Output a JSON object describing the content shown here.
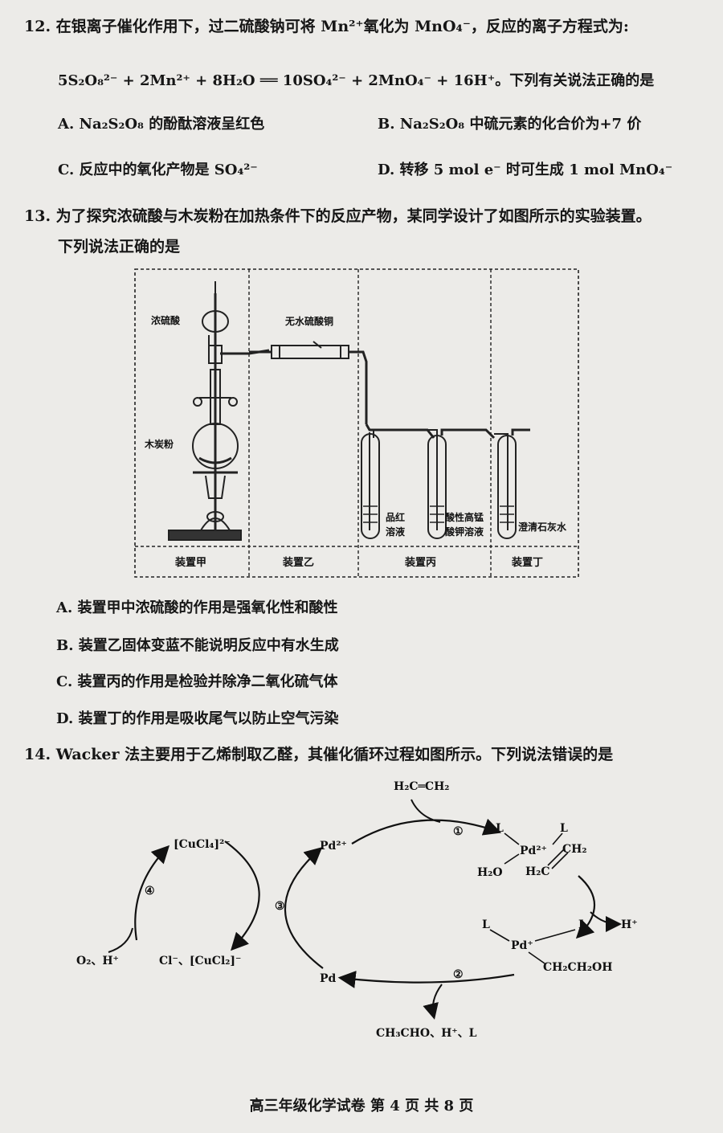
{
  "q12": {
    "stem": "12. 在银离子催化作用下，过二硫酸钠可将 Mn²⁺氧化为 MnO₄⁻，反应的离子方程式为:",
    "equation": "5S₂O₈²⁻ + 2Mn²⁺ + 8H₂O ══ 10SO₄²⁻ + 2MnO₄⁻ + 16H⁺",
    "equation_tail": "。下列有关说法正确的是",
    "options": {
      "A": "A.  Na₂S₂O₈ 的酚酞溶液呈红色",
      "B": "B.  Na₂S₂O₈ 中硫元素的化合价为+7 价",
      "C": "C.  反应中的氧化产物是 SO₄²⁻",
      "D": "D.  转移 5 mol e⁻ 时可生成 1 mol MnO₄⁻"
    }
  },
  "q13": {
    "stem_line1": "13. 为了探究浓硫酸与木炭粉在加热条件下的反应产物，某同学设计了如图所示的实验装置。",
    "stem_line2": "下列说法正确的是",
    "figure": {
      "label_conc_acid": "浓硫酸",
      "label_charcoal": "木炭粉",
      "label_cuso4": "无水硫酸铜",
      "label_pinhong_1": "品红",
      "label_pinhong_2": "溶液",
      "label_kmno4_1": "酸性高锰",
      "label_kmno4_2": "酸钾溶液",
      "label_limewater": "澄清石灰水",
      "section_jia": "装置甲",
      "section_yi": "装置乙",
      "section_bing": "装置丙",
      "section_ding": "装置丁"
    },
    "options": {
      "A": "A. 装置甲中浓硫酸的作用是强氧化性和酸性",
      "B": "B. 装置乙固体变蓝不能说明反应中有水生成",
      "C": "C. 装置丙的作用是检验并除净二氧化硫气体",
      "D": "D. 装置丁的作用是吸收尾气以防止空气污染"
    }
  },
  "q14": {
    "stem": "14. Wacker 法主要用于乙烯制取乙醛，其催化循环过程如图所示。下列说法错误的是",
    "figure": {
      "ethylene": "H₂C═CH₂",
      "pd2": "Pd²⁺",
      "pd": "Pd",
      "cucl4": "[CuCl₄]²⁻",
      "cl_cucl2": "Cl⁻、[CuCl₂]⁻",
      "o2_h": "O₂、H⁺",
      "h_plus": "H⁺",
      "products": "CH₃CHO、H⁺、L",
      "step1": "①",
      "step2": "②",
      "step3": "③",
      "step4": "④",
      "complex1_pd": "Pd²⁺",
      "complex1_L1": "L",
      "complex1_L2": "L",
      "complex1_h2o": "H₂O",
      "complex1_ch2": "CH₂",
      "complex1_h2c": "H₂C",
      "complex2_pd": "Pd⁺",
      "complex2_L1": "L",
      "complex2_L2": "L",
      "complex2_chain": "CH₂CH₂OH"
    }
  },
  "footer": "高三年级化学试卷  第 4 页  共 8 页"
}
